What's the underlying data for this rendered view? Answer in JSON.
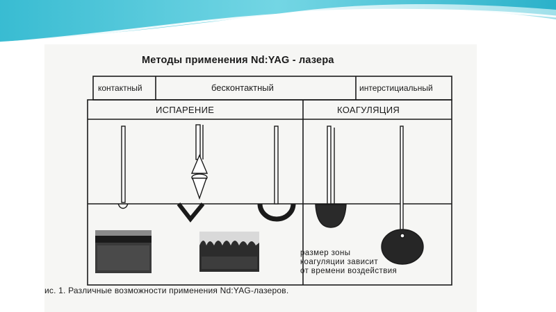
{
  "title": "Методы применения Nd:YAG - лазера",
  "header": {
    "contact": "контактный",
    "noncontact": "бесконтактный",
    "interstitial": "интерстициальный"
  },
  "sections": {
    "evaporation": "ИСПАРЕНИЕ",
    "coagulation": "КОАГУЛЯЦИЯ"
  },
  "note": {
    "line1": "размер зоны",
    "line2": "коагуляции зависит",
    "line3": "от времени воздействия"
  },
  "caption": "ис. 1. Различные возможности применения Nd:YAG-лазеров.",
  "colors": {
    "ink": "#1a1a1a",
    "paper": "#f6f6f4",
    "banner_teal": "#2ec4d8"
  }
}
